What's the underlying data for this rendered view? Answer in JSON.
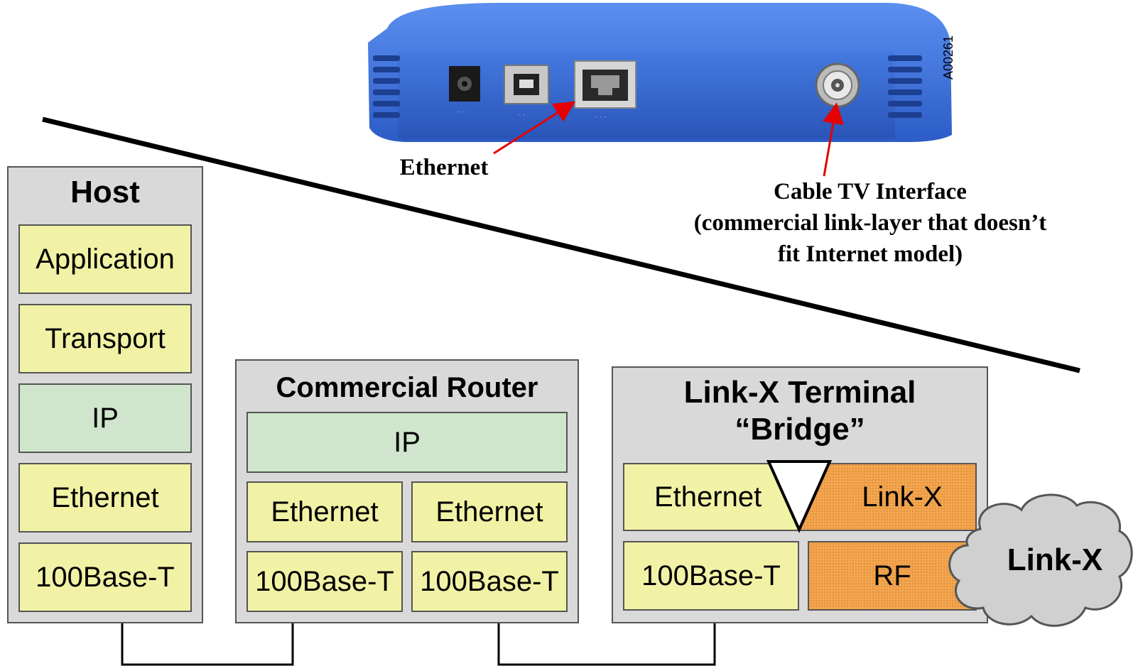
{
  "modem_photo": {
    "label_ethernet": "Ethernet",
    "label_cable_line1": "Cable TV Interface",
    "label_cable_line2": "(commercial link-layer that doesn’t",
    "label_cable_line3": "fit Internet model)",
    "photo_code": "A00261",
    "body_color": "#3a6fd8",
    "arrow_color": "#e60000"
  },
  "host": {
    "title": "Host",
    "layers": [
      "Application",
      "Transport",
      "IP",
      "Ethernet",
      "100Base-T"
    ]
  },
  "router": {
    "title": "Commercial Router",
    "ip": "IP",
    "left_ethernet": "Ethernet",
    "right_ethernet": "Ethernet",
    "left_phy": "100Base-T",
    "right_phy": "100Base-T"
  },
  "terminal": {
    "title_line1": "Link-X Terminal",
    "title_line2": "“Bridge”",
    "ethernet": "Ethernet",
    "linkx": "Link-X",
    "phy": "100Base-T",
    "rf": "RF"
  },
  "cloud": {
    "label": "Link-X"
  },
  "colors": {
    "box_gray": "#d9d9d9",
    "layer_yellow": "#f2f2a6",
    "layer_green": "#cfe6cc",
    "layer_orange": "#f3a64f"
  }
}
